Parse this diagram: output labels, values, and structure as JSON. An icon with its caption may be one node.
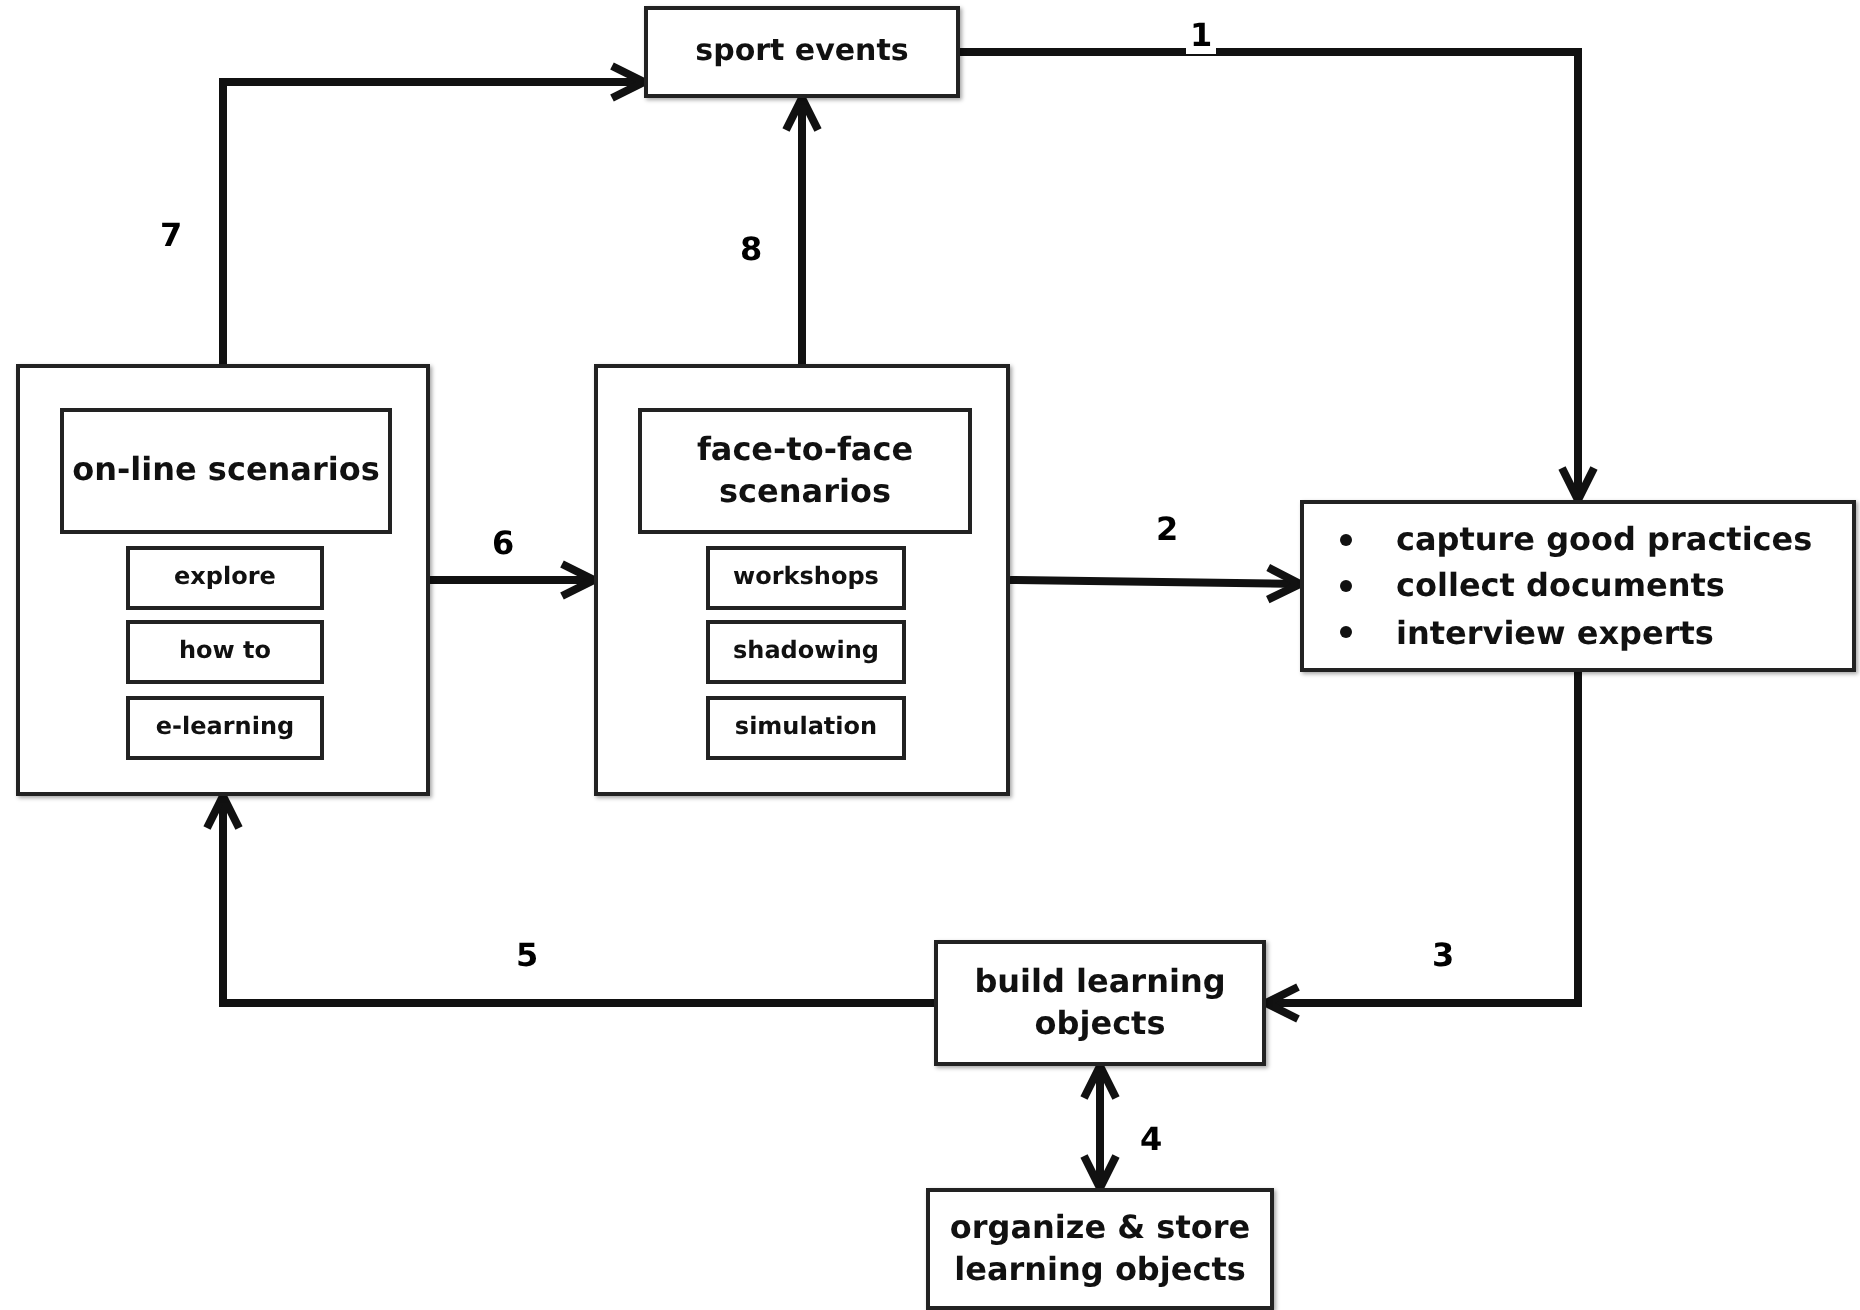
{
  "diagram": {
    "nodes": [
      {
        "text": [
          "sport events"
        ]
      },
      {
        "text": [],
        "shape": "box"
      },
      {
        "text": [
          "on-line scenarios"
        ],
        "in": 1
      },
      {
        "text": [
          "explore"
        ],
        "in": 1
      },
      {
        "text": [
          "how to"
        ],
        "in": 1
      },
      {
        "text": [
          "e-learning"
        ],
        "in": 1
      },
      {
        "text": [],
        "shape": "box"
      },
      {
        "text": [
          "face-to-face scenarios"
        ],
        "in": 6
      },
      {
        "text": [
          "workshops"
        ],
        "in": 6
      },
      {
        "text": [
          "shadowing"
        ],
        "in": 6
      },
      {
        "text": [
          "simulation"
        ],
        "in": 6
      },
      {
        "text": [
          "capture good practices",
          "collect documents",
          "interview experts"
        ]
      },
      {
        "text": [
          "build learning objects"
        ]
      },
      {
        "text": [
          "organize & store learning objects"
        ]
      }
    ],
    "edges": [
      {
        "from": 0,
        "to": 11,
        "arrow": "to",
        "label": "1"
      },
      {
        "from": 6,
        "to": 11,
        "arrow": "to",
        "label": "2"
      },
      {
        "from": 11,
        "to": 12,
        "arrow": "to",
        "label": "3"
      },
      {
        "from": 12,
        "to": 13,
        "arrow": "both",
        "label": "4"
      },
      {
        "from": 12,
        "to": 1,
        "arrow": "to",
        "label": "5"
      },
      {
        "from": 1,
        "to": 6,
        "arrow": "to",
        "label": "6"
      },
      {
        "from": 1,
        "to": 0,
        "arrow": "to",
        "label": "7"
      },
      {
        "from": 6,
        "to": 0,
        "arrow": "to",
        "label": "8"
      }
    ]
  }
}
